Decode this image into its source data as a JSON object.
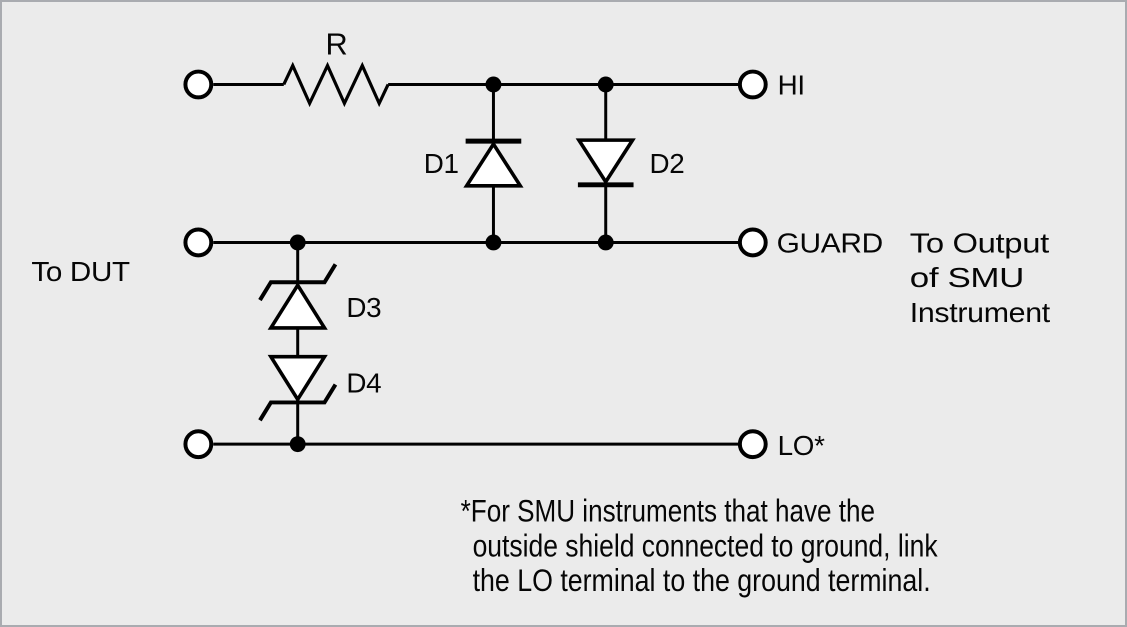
{
  "diagram": {
    "type": "circuit-schematic",
    "background_color": "#ebebeb",
    "border_color": "#a9abb0",
    "line_color": "#000000",
    "left_label": "To DUT",
    "components": {
      "resistor": "R",
      "diode1": "D1",
      "diode2": "D2",
      "diode3": "D3",
      "diode4": "D4"
    },
    "terminals": {
      "hi": "HI",
      "guard": "GUARD",
      "lo": "LO*"
    },
    "right_label_lines": [
      "To Output",
      "of SMU",
      "Instrument"
    ],
    "footnote_lines": [
      "*For SMU instruments that have the",
      "outside shield connected to ground, link",
      "the LO terminal to the ground terminal."
    ]
  }
}
